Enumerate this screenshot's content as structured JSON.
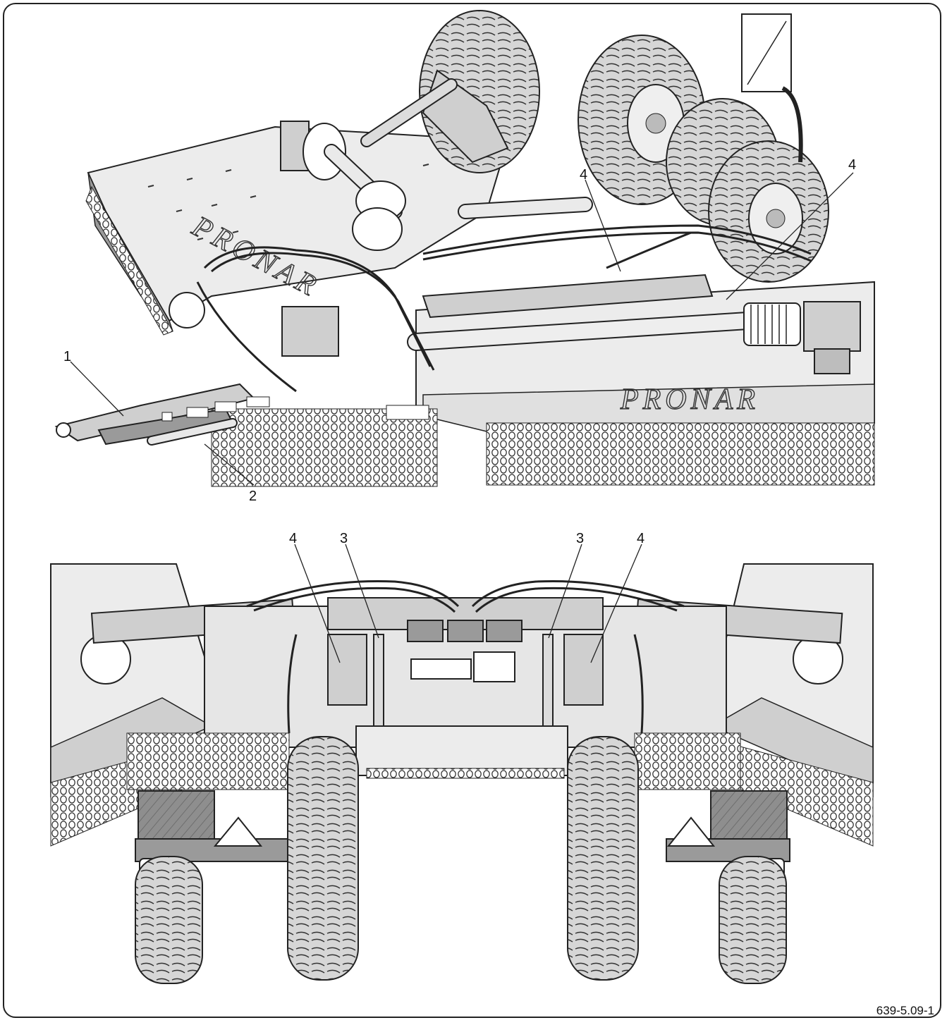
{
  "figure": {
    "reference": "639-5.09-1",
    "brand_text": "PRONAR"
  },
  "callouts": {
    "top": [
      "1",
      "2",
      "4",
      "4"
    ],
    "bottom": [
      "4",
      "3",
      "3",
      "4"
    ]
  },
  "colors": {
    "outline": "#222222",
    "panel": "#e6e6e6",
    "steel": "#cfcfcf",
    "shade": "#9a9a9a",
    "reflector": "#8e8e8e"
  }
}
